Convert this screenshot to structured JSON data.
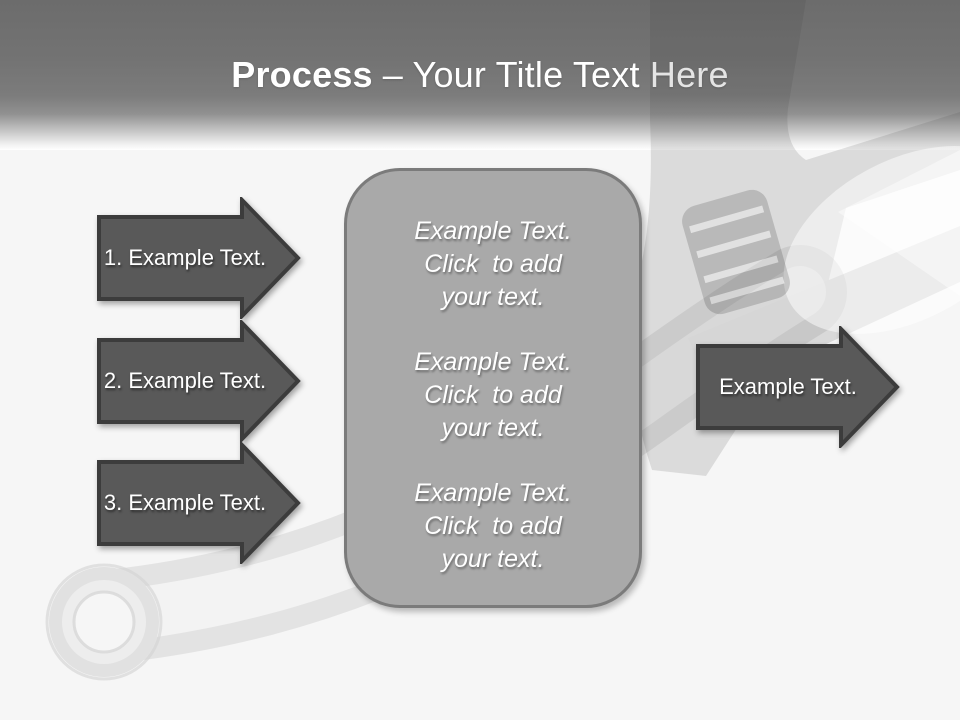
{
  "header": {
    "title_bold": "Process",
    "title_rest": "– Your Title Text Here"
  },
  "left_arrows": [
    {
      "label": "1. Example Text."
    },
    {
      "label": "2. Example Text."
    },
    {
      "label": "3. Example Text."
    }
  ],
  "center_box": {
    "items": [
      "Example Text.\nClick  to add\nyour text.",
      "Example Text.\nClick  to add\nyour text.",
      "Example Text.\nClick  to add\nyour text."
    ]
  },
  "right_arrow": {
    "label": "Example Text."
  },
  "icons": {
    "watermark": "wrench-photo",
    "arrow_shape": "right-arrow"
  },
  "colors": {
    "band_gray": "#737373",
    "background": "#f6f6f6",
    "arrow_fill": "#595959",
    "arrow_border": "#3c3c3c",
    "box_fill": "#a9a9a9",
    "box_border": "#7b7b7b",
    "text": "#ffffff"
  }
}
